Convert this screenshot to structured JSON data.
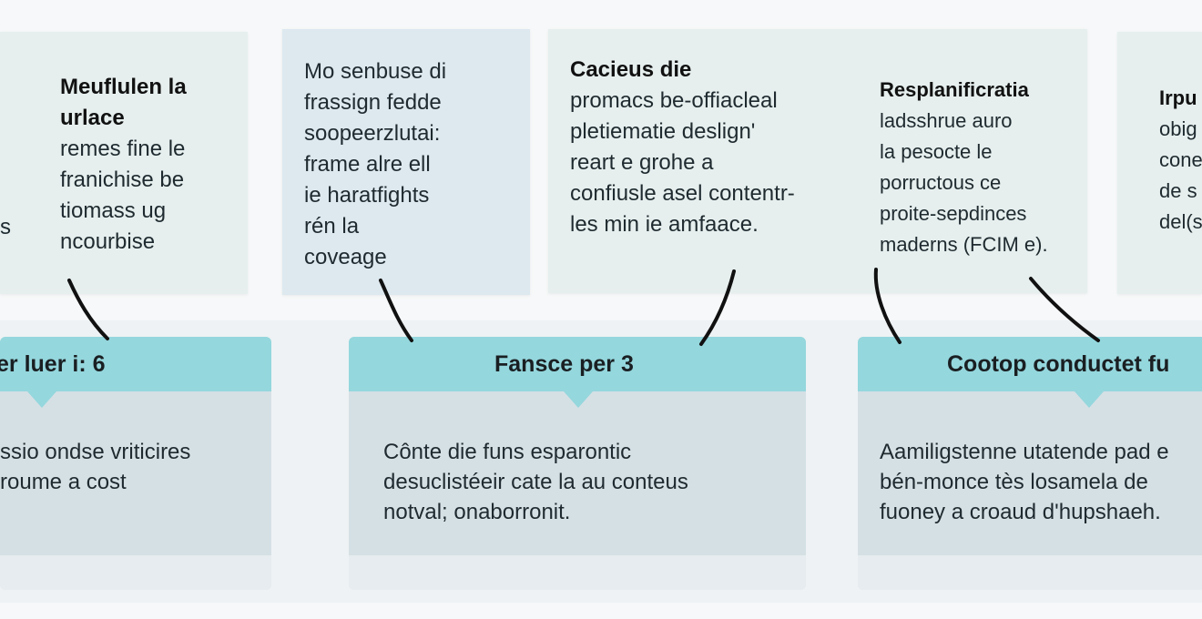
{
  "top_cards": [
    {
      "fragment": "s",
      "title_lines": [
        "Meuflulen la",
        "urlace"
      ],
      "text_lines": [
        "remes fine le",
        "franichise be",
        "tiomass ug",
        "ncourbise"
      ]
    },
    {
      "title_lines": [],
      "text_lines": [
        "Mo senbuse di",
        "frassign fedde",
        "soopeerzlutai:",
        "frame alre ell",
        "ie haratfights",
        "rén la",
        "coveage"
      ]
    },
    {
      "title_lines": [
        "Cacieus die"
      ],
      "text_lines": [
        "promacs be-offiacleal",
        "pletiematie deslign'",
        "reart e grohe a",
        "confiusle asel contentr-",
        "les min ie amfaace."
      ]
    },
    {
      "title_lines": [
        "Resplanificratia"
      ],
      "text_lines": [
        "ladsshrue auro",
        "la pesocte le",
        "porructous ce",
        "proite-sepdinces",
        "maderns (FCIM e)."
      ]
    },
    {
      "title_lines": [
        "Irpu"
      ],
      "text_lines": [
        "obig",
        "cone",
        "de s",
        "del(s"
      ]
    }
  ],
  "bottom_cards": [
    {
      "header": "er luer i: 6",
      "body_lines": [
        "ssio ondse vriticires",
        "roume a cost"
      ]
    },
    {
      "header": "Fansce per 3",
      "body_lines": [
        "Cônte die funs esparontic",
        "desuclistéeir cate la au conteus",
        "notval; onaborronit."
      ]
    },
    {
      "header": "Cootop conductet fu",
      "body_lines": [
        "Aamiligstenne utatende pad e",
        "bén-monce tès losamela de",
        "fuoney a croaud d'hupshaeh."
      ]
    }
  ]
}
